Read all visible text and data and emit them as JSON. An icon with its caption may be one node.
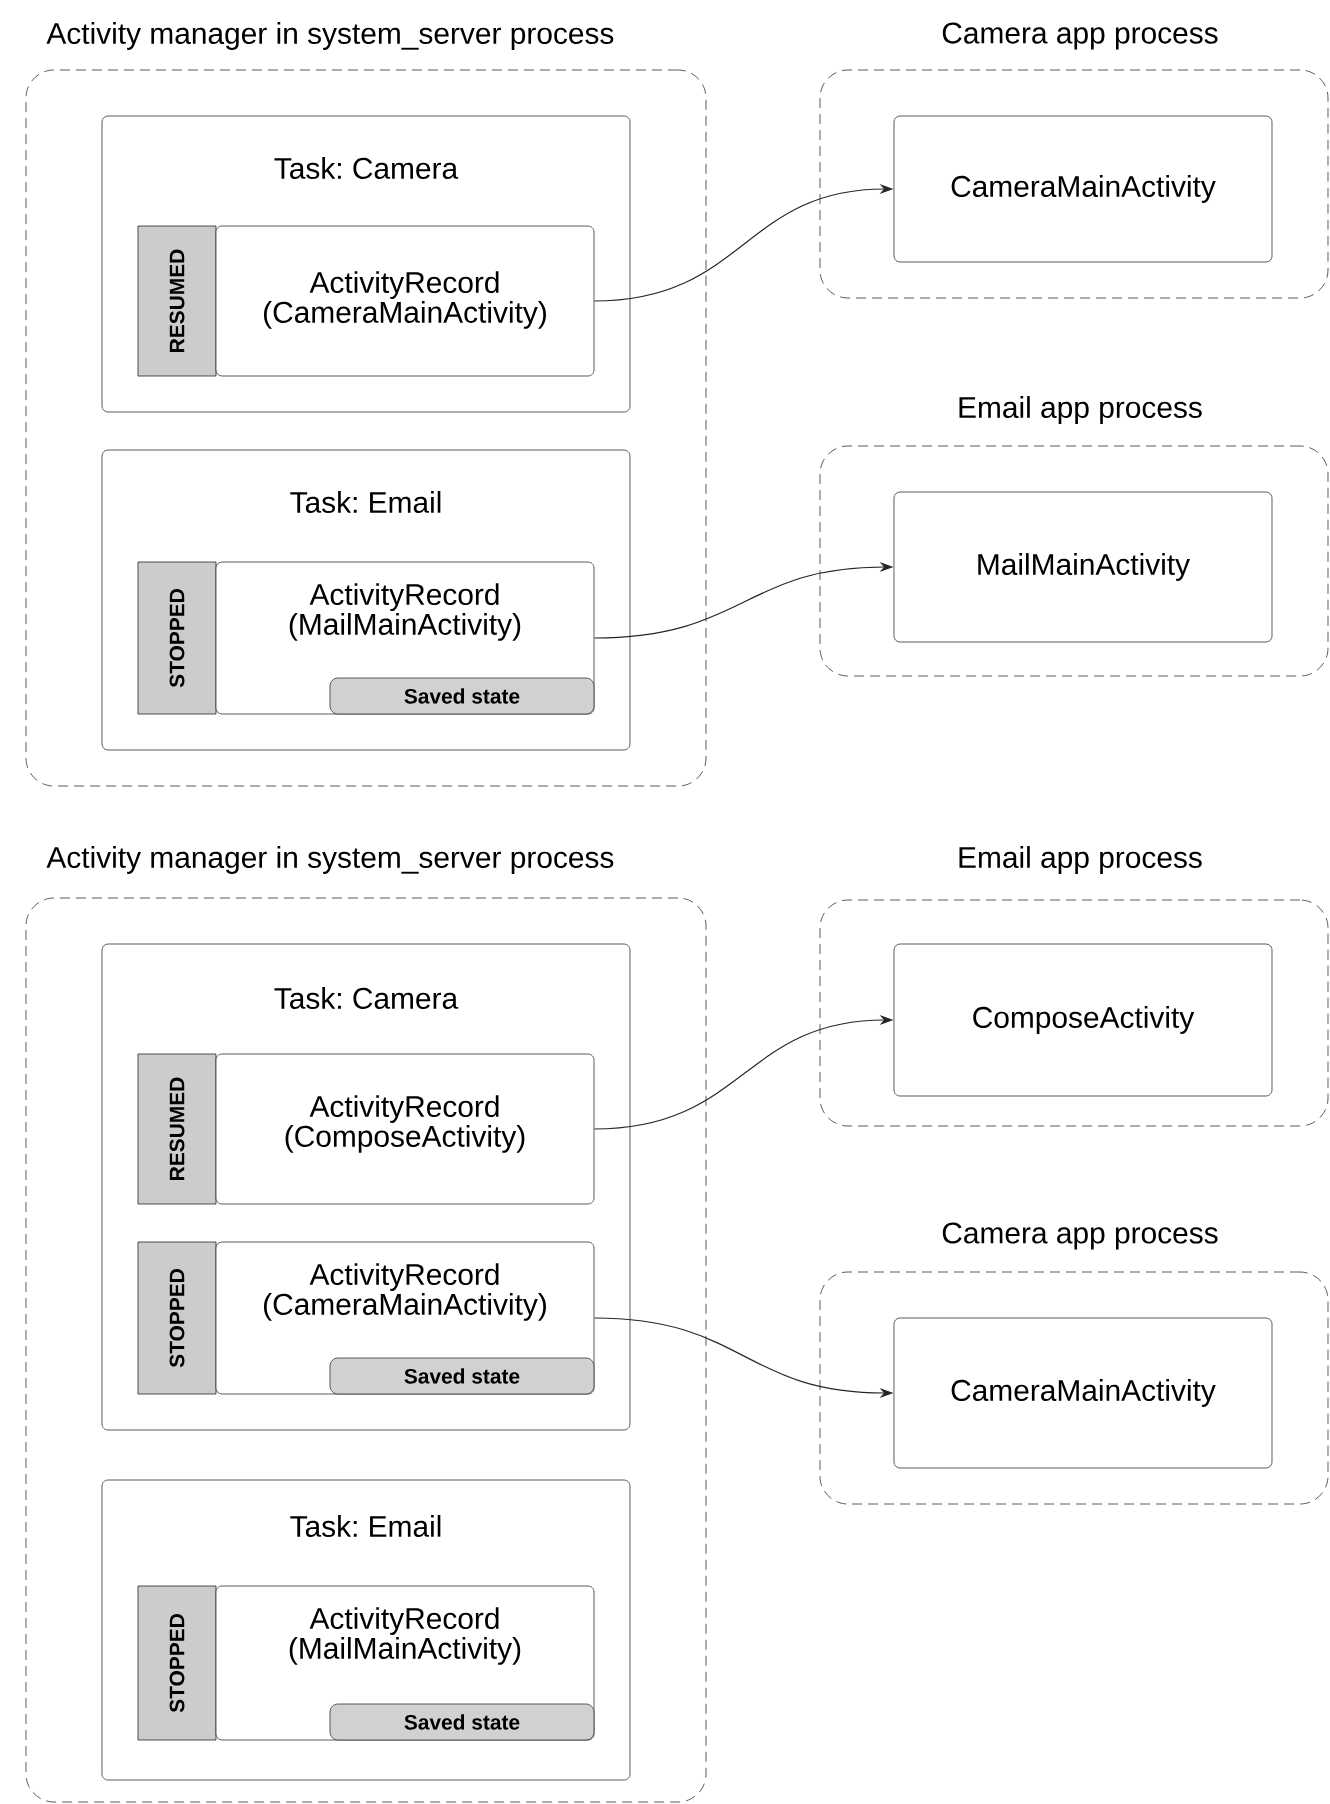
{
  "diagram": {
    "nodes": [
      {
        "text": [
          "Activity manager in system_server process"
        ]
      },
      {
        "text": [
          "Task: Camera"
        ],
        "in": 0
      },
      {
        "text": [
          "RESUMED"
        ],
        "in": 1
      },
      {
        "text": [
          "ActivityRecord (CameraMainActivity)"
        ],
        "in": 1
      },
      {
        "text": [
          "Task: Email"
        ],
        "in": 0
      },
      {
        "text": [
          "STOPPED"
        ],
        "in": 4
      },
      {
        "text": [
          "ActivityRecord (MailMainActivity)"
        ],
        "in": 4
      },
      {
        "text": [
          "Saved state"
        ],
        "in": 6
      },
      {
        "text": [
          "Camera app process"
        ]
      },
      {
        "text": [
          "CameraMainActivity"
        ],
        "in": 8
      },
      {
        "text": [
          "Email app process"
        ]
      },
      {
        "text": [
          "MailMainActivity"
        ],
        "in": 10
      },
      {
        "text": [
          "Activity manager in system_server process"
        ]
      },
      {
        "text": [
          "Task: Camera"
        ],
        "in": 12
      },
      {
        "text": [
          "RESUMED"
        ],
        "in": 13
      },
      {
        "text": [
          "ActivityRecord (ComposeActivity)"
        ],
        "in": 13
      },
      {
        "text": [
          "STOPPED"
        ],
        "in": 13
      },
      {
        "text": [
          "ActivityRecord (CameraMainActivity)"
        ],
        "in": 13
      },
      {
        "text": [
          "Saved state"
        ],
        "in": 17
      },
      {
        "text": [
          "Task: Email"
        ],
        "in": 12
      },
      {
        "text": [
          "STOPPED"
        ],
        "in": 19
      },
      {
        "text": [
          "ActivityRecord (MailMainActivity)"
        ],
        "in": 19
      },
      {
        "text": [
          "Saved state"
        ],
        "in": 21
      },
      {
        "text": [
          "Email app process"
        ]
      },
      {
        "text": [
          "ComposeActivity"
        ],
        "in": 23
      },
      {
        "text": [
          "Camera app process"
        ]
      },
      {
        "text": [
          "CameraMainActivity"
        ],
        "in": 25
      }
    ],
    "edges": [
      {
        "from": 3,
        "to": 9,
        "arrow": "to"
      },
      {
        "from": 6,
        "to": 11,
        "arrow": "to"
      },
      {
        "from": 15,
        "to": 24,
        "arrow": "to"
      },
      {
        "from": 17,
        "to": 26,
        "arrow": "to"
      }
    ]
  }
}
